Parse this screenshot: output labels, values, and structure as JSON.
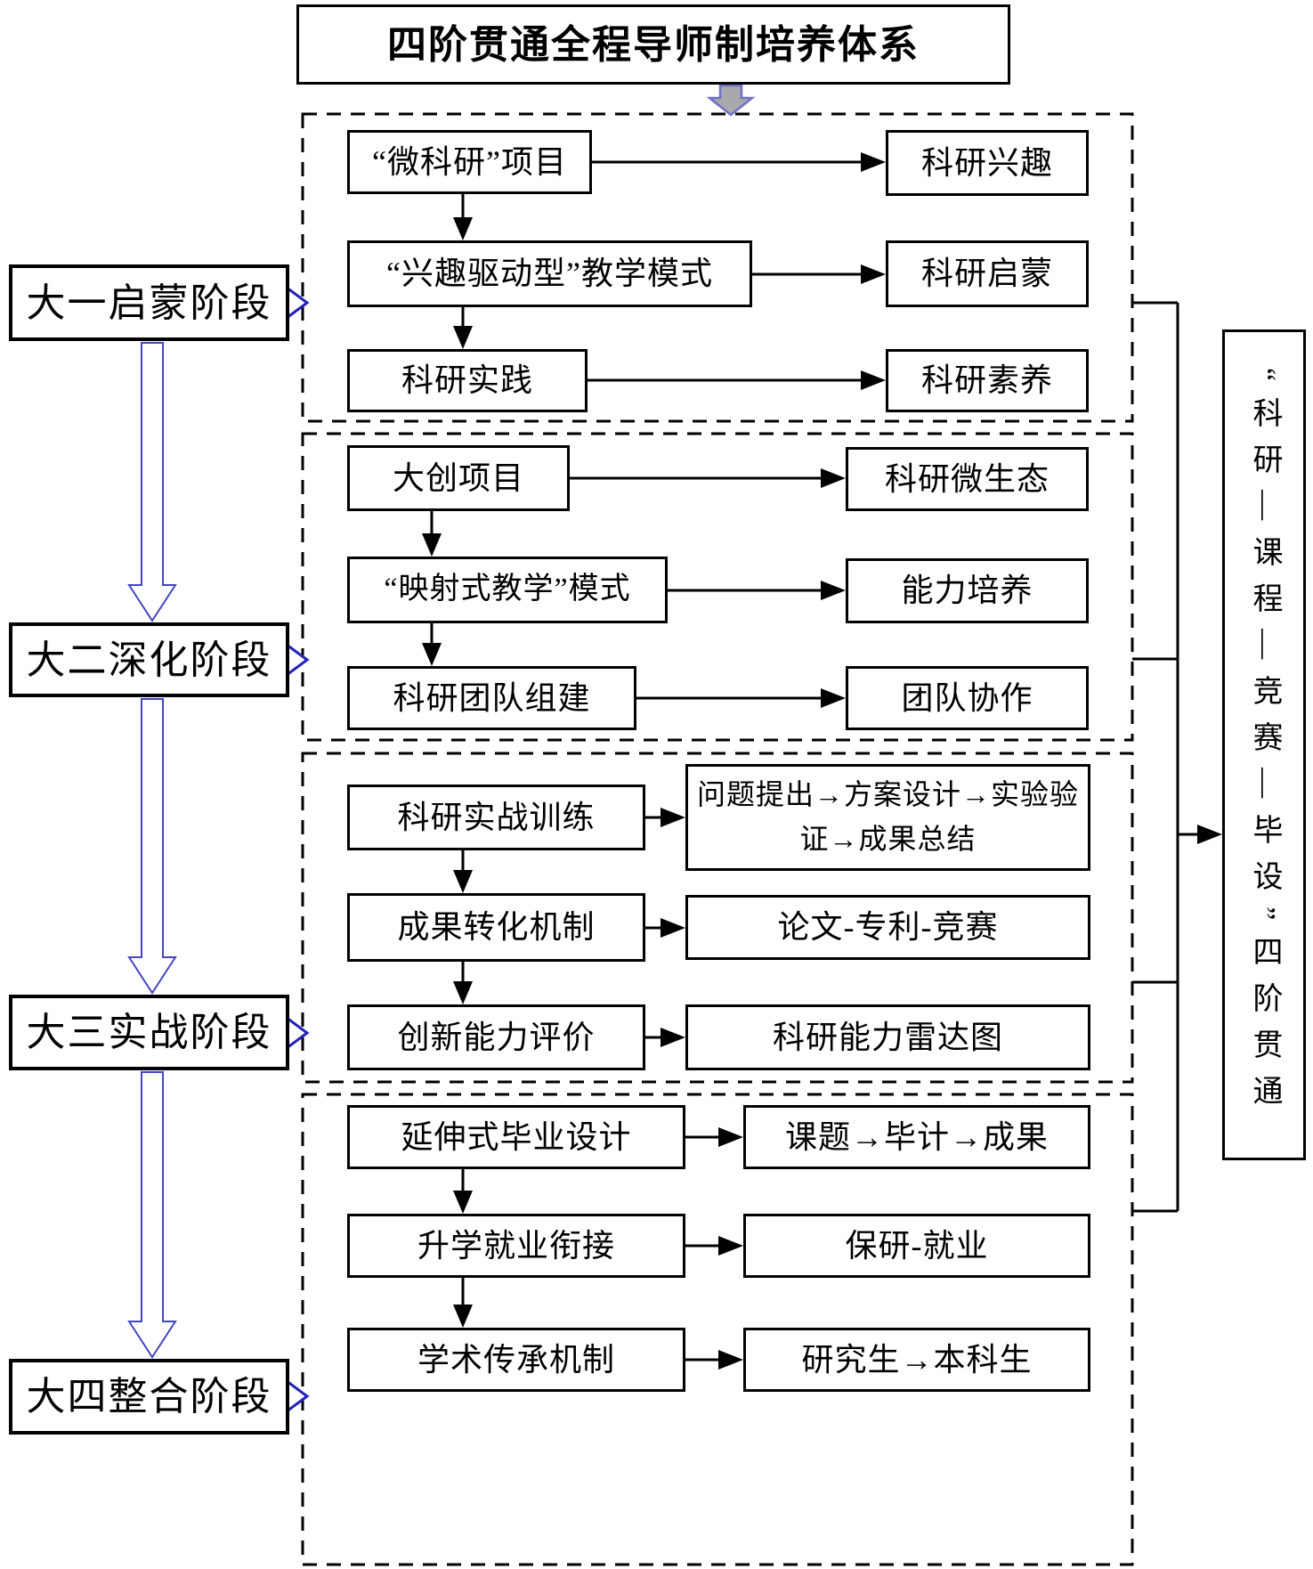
{
  "title": "四阶贯通全程导师制培养体系",
  "stages": [
    {
      "label": "大一启蒙阶段",
      "rows": [
        {
          "left": "“微科研”项目",
          "right": "科研兴趣"
        },
        {
          "left": "“兴趣驱动型”教学模式",
          "right": "科研启蒙"
        },
        {
          "left": "科研实践",
          "right": "科研素养"
        }
      ]
    },
    {
      "label": "大二深化阶段",
      "rows": [
        {
          "left": "大创项目",
          "right": "科研微生态"
        },
        {
          "left": "“映射式教学”模式",
          "right": "能力培养"
        },
        {
          "left": "科研团队组建",
          "right": "团队协作"
        }
      ]
    },
    {
      "label": "大三实战阶段",
      "rows": [
        {
          "left": "科研实战训练",
          "right": "问题提出→方案设计→实验验证→成果总结"
        },
        {
          "left": "成果转化机制",
          "right": "论文-专利-竞赛"
        },
        {
          "left": "创新能力评价",
          "right": "科研能力雷达图"
        }
      ]
    },
    {
      "label": "大四整合阶段",
      "rows": [
        {
          "left": "延伸式毕业设计",
          "right": "课题→毕计→成果"
        },
        {
          "left": "升学就业衔接",
          "right": "保研-就业"
        },
        {
          "left": "学术传承机制",
          "right": "研究生→本科生"
        }
      ]
    }
  ],
  "right_panel": {
    "text": "“科研—课程—竞赛—毕设”四阶贯通"
  },
  "icons": {
    "title_to_sections": "gray-down-arrow",
    "stage_link": "hollow-down-arrow",
    "stage_to_section": "hollow-right-arrow",
    "flow": "black-arrow"
  },
  "colors": {
    "stage_arrow_blue": "#2222bb",
    "link_arrow_blue": "#4545c0",
    "gray_arrow_fill": "#a9a9ad",
    "gray_arrow_stroke": "#7070c4",
    "line_black": "#000000"
  }
}
